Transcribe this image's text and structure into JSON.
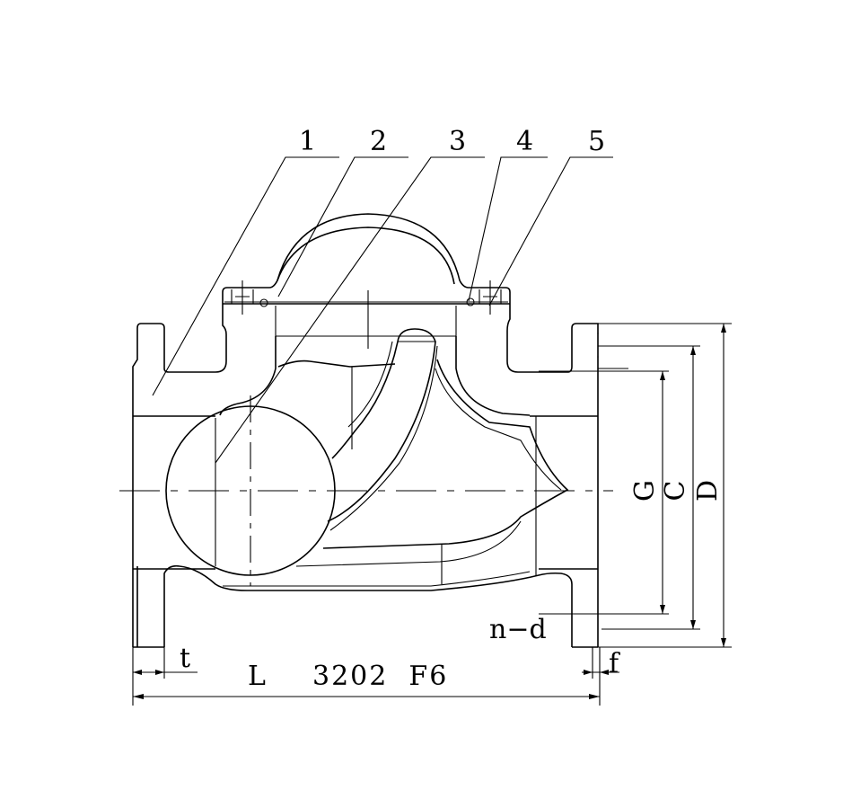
{
  "callouts": [
    "1",
    "2",
    "3",
    "4",
    "5"
  ],
  "dimensions": {
    "G": "G",
    "C": "C",
    "D": "D",
    "nd": "n−d",
    "t": "t",
    "f": "f",
    "L": "L",
    "model": "3202  F6"
  },
  "colors": {
    "line": "#000000",
    "background": "#ffffff"
  }
}
